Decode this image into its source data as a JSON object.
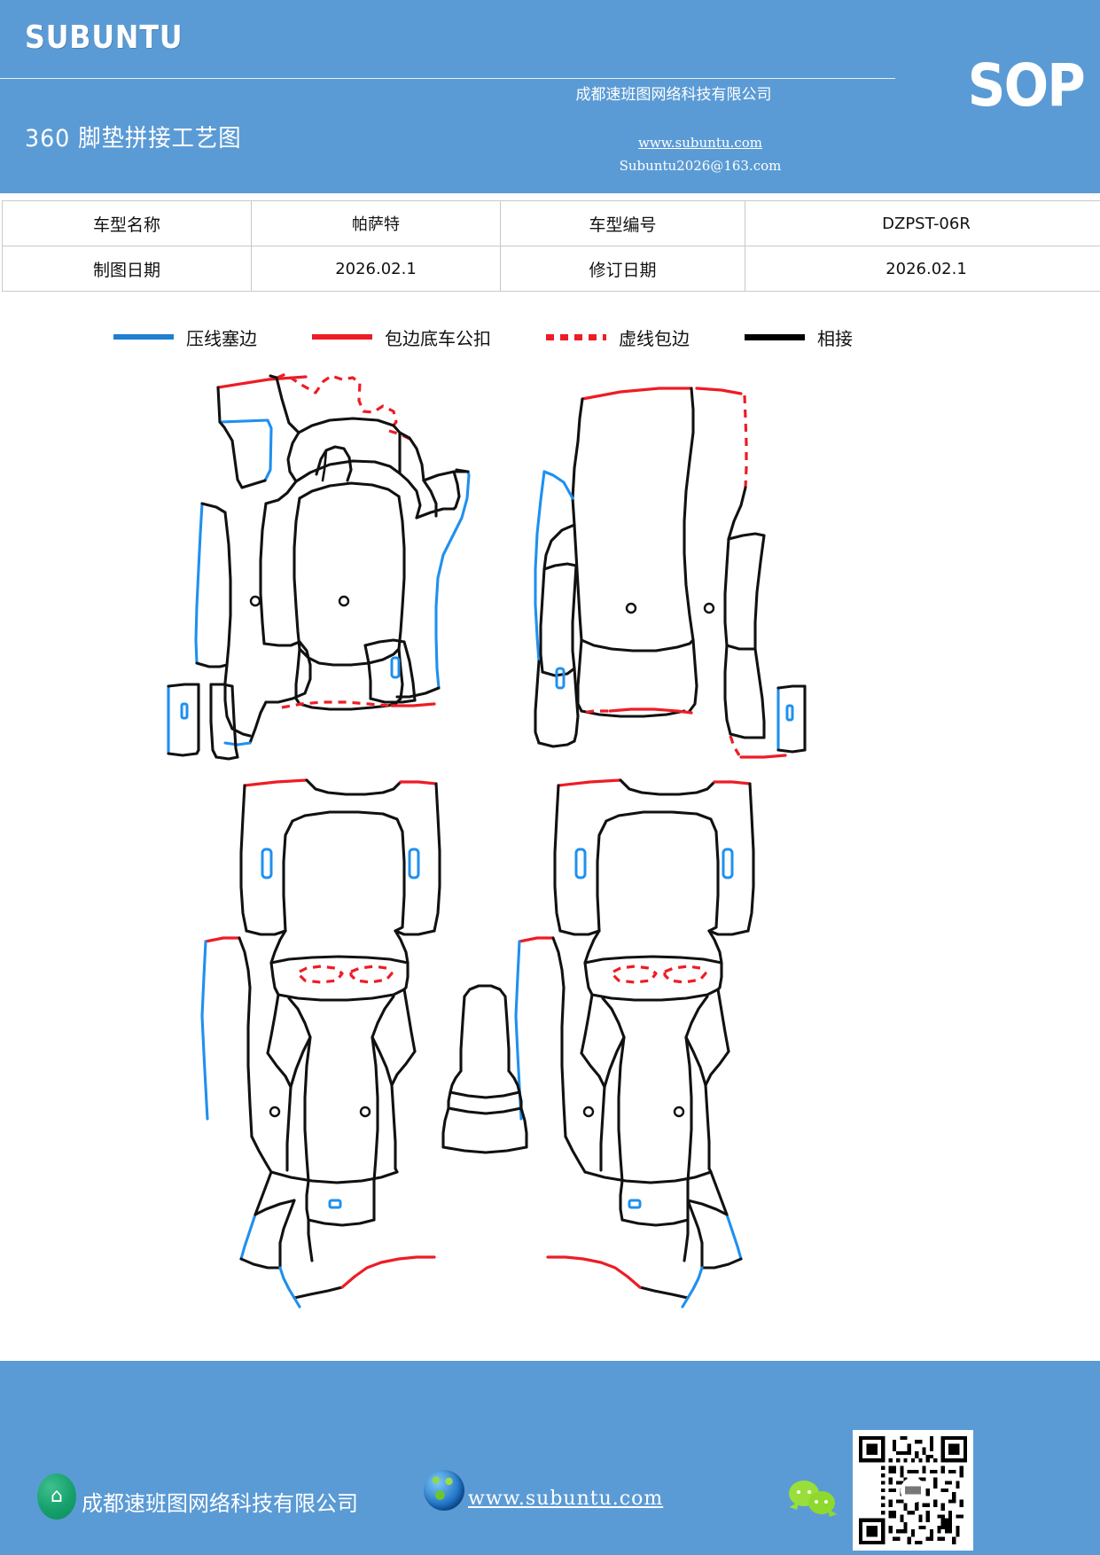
{
  "header": {
    "brand": "SUBUNTU",
    "doc_title": "360 脚垫拼接工艺图",
    "badge": "SOP",
    "company": "成都速班图网络科技有限公司",
    "website": "www.subuntu.com",
    "email": "Subuntu2026@163.com"
  },
  "info_table": {
    "rows": [
      {
        "label_1": "车型名称",
        "value_1": "帕萨特",
        "label_2": "车型编号",
        "value_2": "DZPST-06R"
      },
      {
        "label_1": "制图日期",
        "value_1": "2026.02.1",
        "label_2": "修订日期",
        "value_2": "2026.02.1"
      }
    ]
  },
  "legend": {
    "items": [
      {
        "label": "压线塞边",
        "color": "#1f7fd0",
        "style": "solid"
      },
      {
        "label": "包边底车公扣",
        "color": "#ee1c25",
        "style": "solid"
      },
      {
        "label": "虚线包边",
        "color": "#ee1c25",
        "style": "dashed"
      },
      {
        "label": "相接",
        "color": "#000000",
        "style": "solid"
      }
    ]
  },
  "drawing": {
    "title": "脚垫拼接工艺图",
    "panels": [
      {
        "name": "front-left-assembly",
        "position": "top-left"
      },
      {
        "name": "front-right-assembly",
        "position": "top-right"
      },
      {
        "name": "rear-left-assembly",
        "position": "bottom-left"
      },
      {
        "name": "rear-right-assembly",
        "position": "bottom-right"
      },
      {
        "name": "center-tunnel-piece",
        "position": "bottom-center"
      }
    ],
    "line_colors": {
      "seam": "#111111",
      "edge_press": "#1f90ef",
      "binding": "#ee1c25"
    }
  },
  "footer": {
    "company": "成都速班图网络科技有限公司",
    "website": "www.subuntu.com",
    "building_glyph": "⌂",
    "qr_caption": "QR"
  }
}
